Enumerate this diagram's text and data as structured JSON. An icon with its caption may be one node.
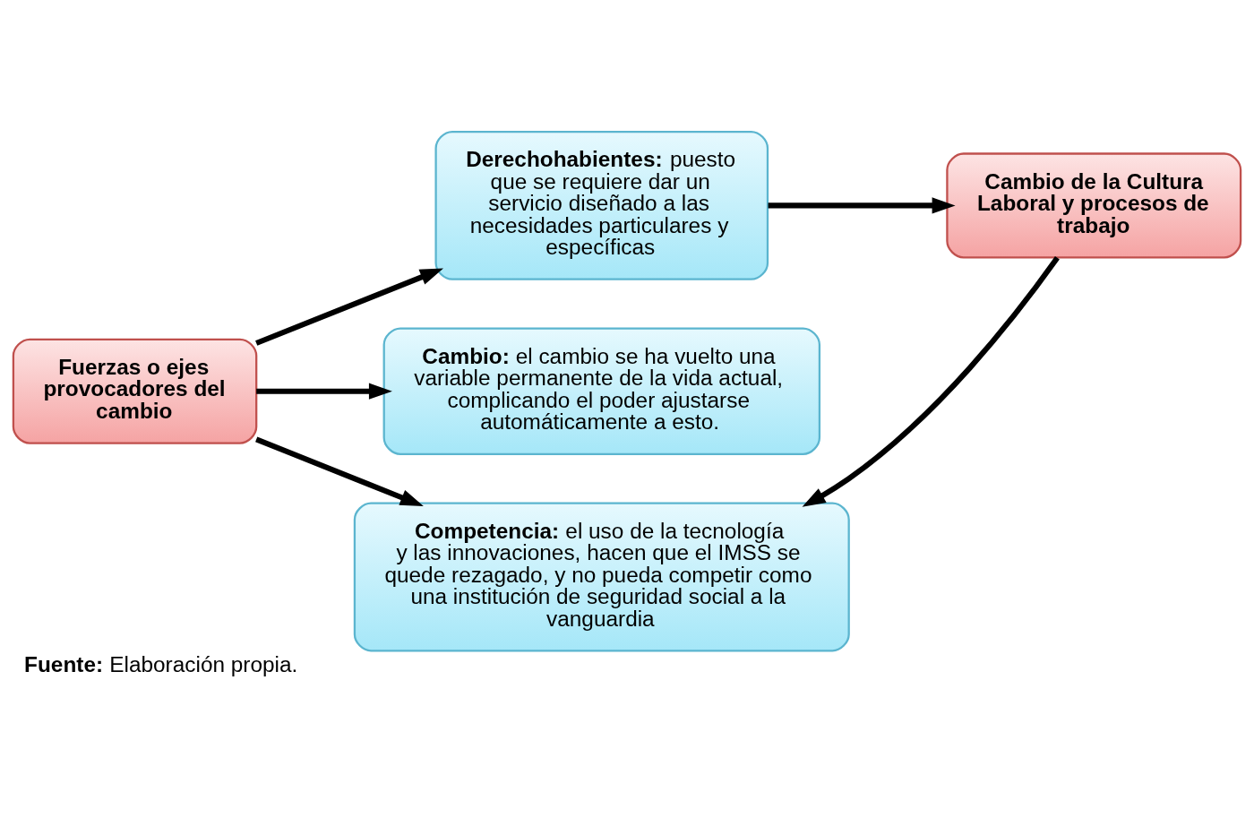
{
  "diagram": {
    "caption": "**Fuente:** Elaboración propia.",
    "nodes": [
      {
        "text": [
          "Fuerzas o ejes provocadores del cambio"
        ]
      },
      {
        "text": [
          "**Derechohabientes:** puesto que se requiere dar un servicio diseñado a las necesidades particulares y específicas"
        ]
      },
      {
        "text": [
          "**Cambio:** el cambio se ha vuelto una variable permanente de la vida actual, complicando el poder ajustarse automáticamente a esto."
        ]
      },
      {
        "text": [
          "**Competencia:** el uso de la tecnología y las innovaciones, hacen que el IMSS se quede rezagado, y no pueda competir como una institución de seguridad social a la vanguardia"
        ]
      },
      {
        "text": [
          "Cambio de la Cultura Laboral y procesos de trabajo"
        ]
      }
    ],
    "edges": [
      {
        "from": 0,
        "to": 1,
        "arrow": "to"
      },
      {
        "from": 0,
        "to": 2,
        "arrow": "to"
      },
      {
        "from": 0,
        "to": 3,
        "arrow": "to"
      },
      {
        "from": 1,
        "to": 4,
        "arrow": "to"
      },
      {
        "from": 4,
        "to": 3,
        "arrow": "to"
      }
    ]
  }
}
